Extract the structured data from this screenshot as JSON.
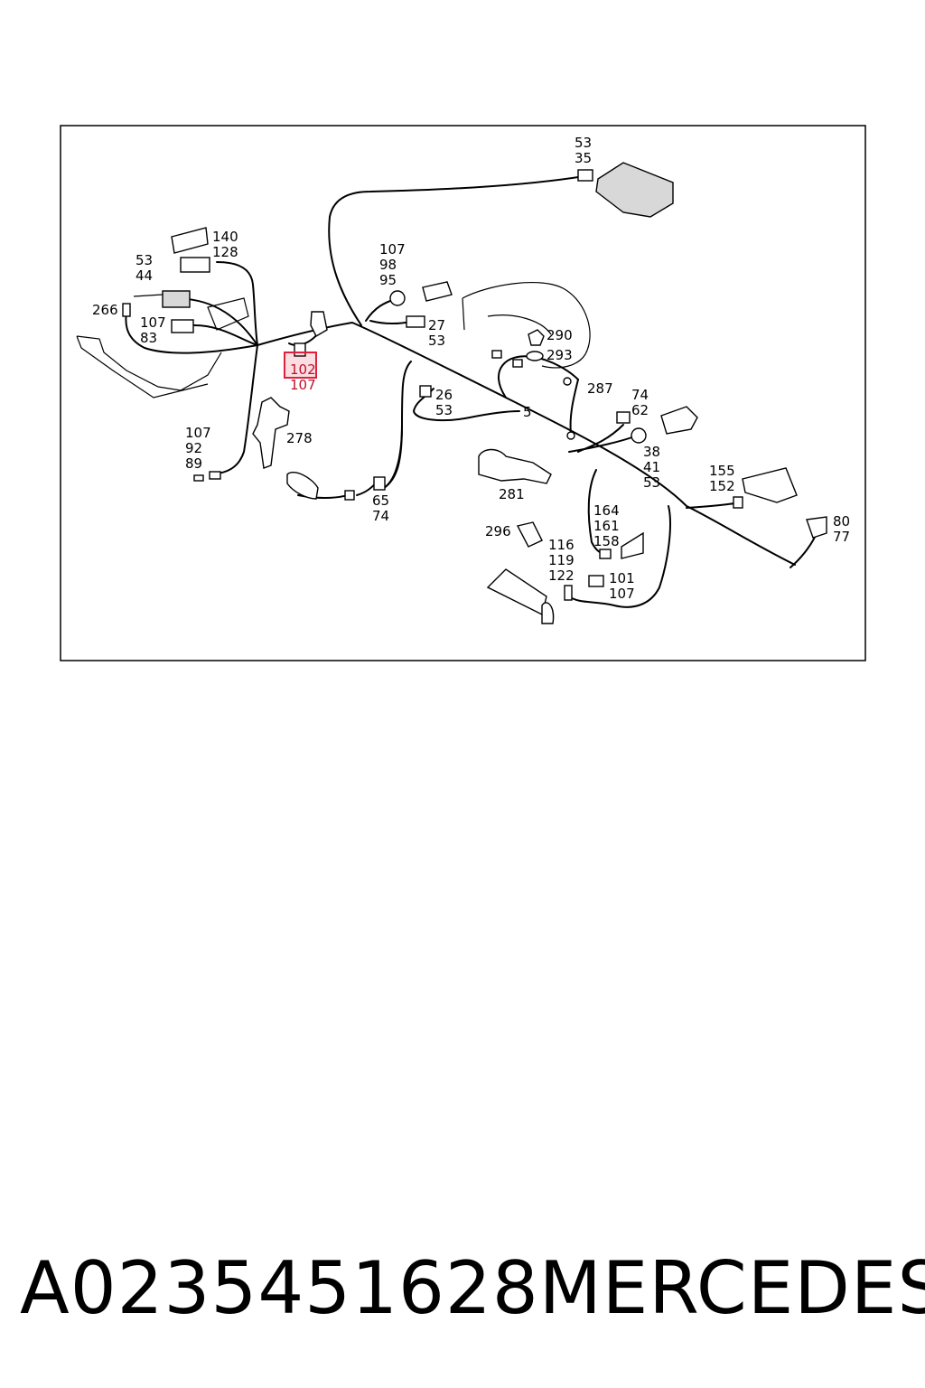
{
  "diagram": {
    "labels": {
      "l_53_35": [
        "53",
        "35"
      ],
      "l_140_128": [
        "140",
        "128"
      ],
      "l_53_44": [
        "53",
        "44"
      ],
      "l_266": [
        "266"
      ],
      "l_107_83": [
        "107",
        "83"
      ],
      "l_102_107": [
        "102",
        "107"
      ],
      "l_107_98_95": [
        "107",
        "98",
        "95"
      ],
      "l_27_53": [
        "27",
        "53"
      ],
      "l_290": [
        "290"
      ],
      "l_293": [
        "293"
      ],
      "l_26_53": [
        "26",
        "53"
      ],
      "l_5": [
        "5"
      ],
      "l_287": [
        "287"
      ],
      "l_74_62": [
        "74",
        "62"
      ],
      "l_107_92_89": [
        "107",
        "92",
        "89"
      ],
      "l_278": [
        "278"
      ],
      "l_65_74": [
        "65",
        "74"
      ],
      "l_281": [
        "281"
      ],
      "l_38_41_53": [
        "38",
        "41",
        "53"
      ],
      "l_155_152": [
        "155",
        "152"
      ],
      "l_164_161_158": [
        "164",
        "161",
        "158"
      ],
      "l_296": [
        "296"
      ],
      "l_116_119_122": [
        "116",
        "119",
        "122"
      ],
      "l_101_107": [
        "101",
        "107"
      ],
      "l_80_77": [
        "80",
        "77"
      ]
    },
    "highlight_color": "#e0203a"
  },
  "caption": {
    "part_number": "A0235451628",
    "brand": "MERCEDES"
  }
}
